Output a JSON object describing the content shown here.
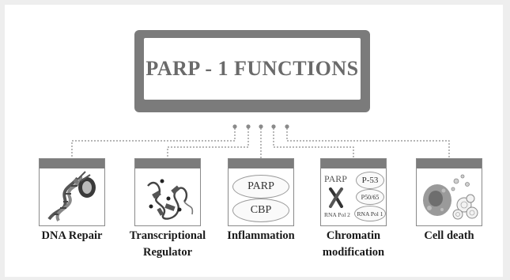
{
  "title": "PARP - 1 FUNCTIONS",
  "functions": [
    {
      "label_line1": "DNA Repair",
      "label_line2": "",
      "icon": "dna-repair-icon"
    },
    {
      "label_line1": "Transcriptional",
      "label_line2": "Regulator",
      "icon": "protein-structure-icon"
    },
    {
      "label_line1": "Inflammation",
      "label_line2": "",
      "icon": "parp-cbp-icon"
    },
    {
      "label_line1": "Chromatin",
      "label_line2": "modification",
      "icon": "chromatin-icon"
    },
    {
      "label_line1": "Cell death",
      "label_line2": "",
      "icon": "cell-death-icon"
    }
  ],
  "inflammation_card": {
    "oval_top": "PARP",
    "oval_bottom": "CBP"
  },
  "chromatin_card": {
    "parp": "PARP",
    "p53": "P-53",
    "p5065": "P50/65",
    "rna_pol2": "RNA Pol 2",
    "rna_pol1": "RNA Pol 1"
  },
  "colors": {
    "frame": "#7b7b7b",
    "card_header": "#7c7c7c",
    "connector": "#8a8a8a",
    "title_text": "#6a6a6a"
  }
}
